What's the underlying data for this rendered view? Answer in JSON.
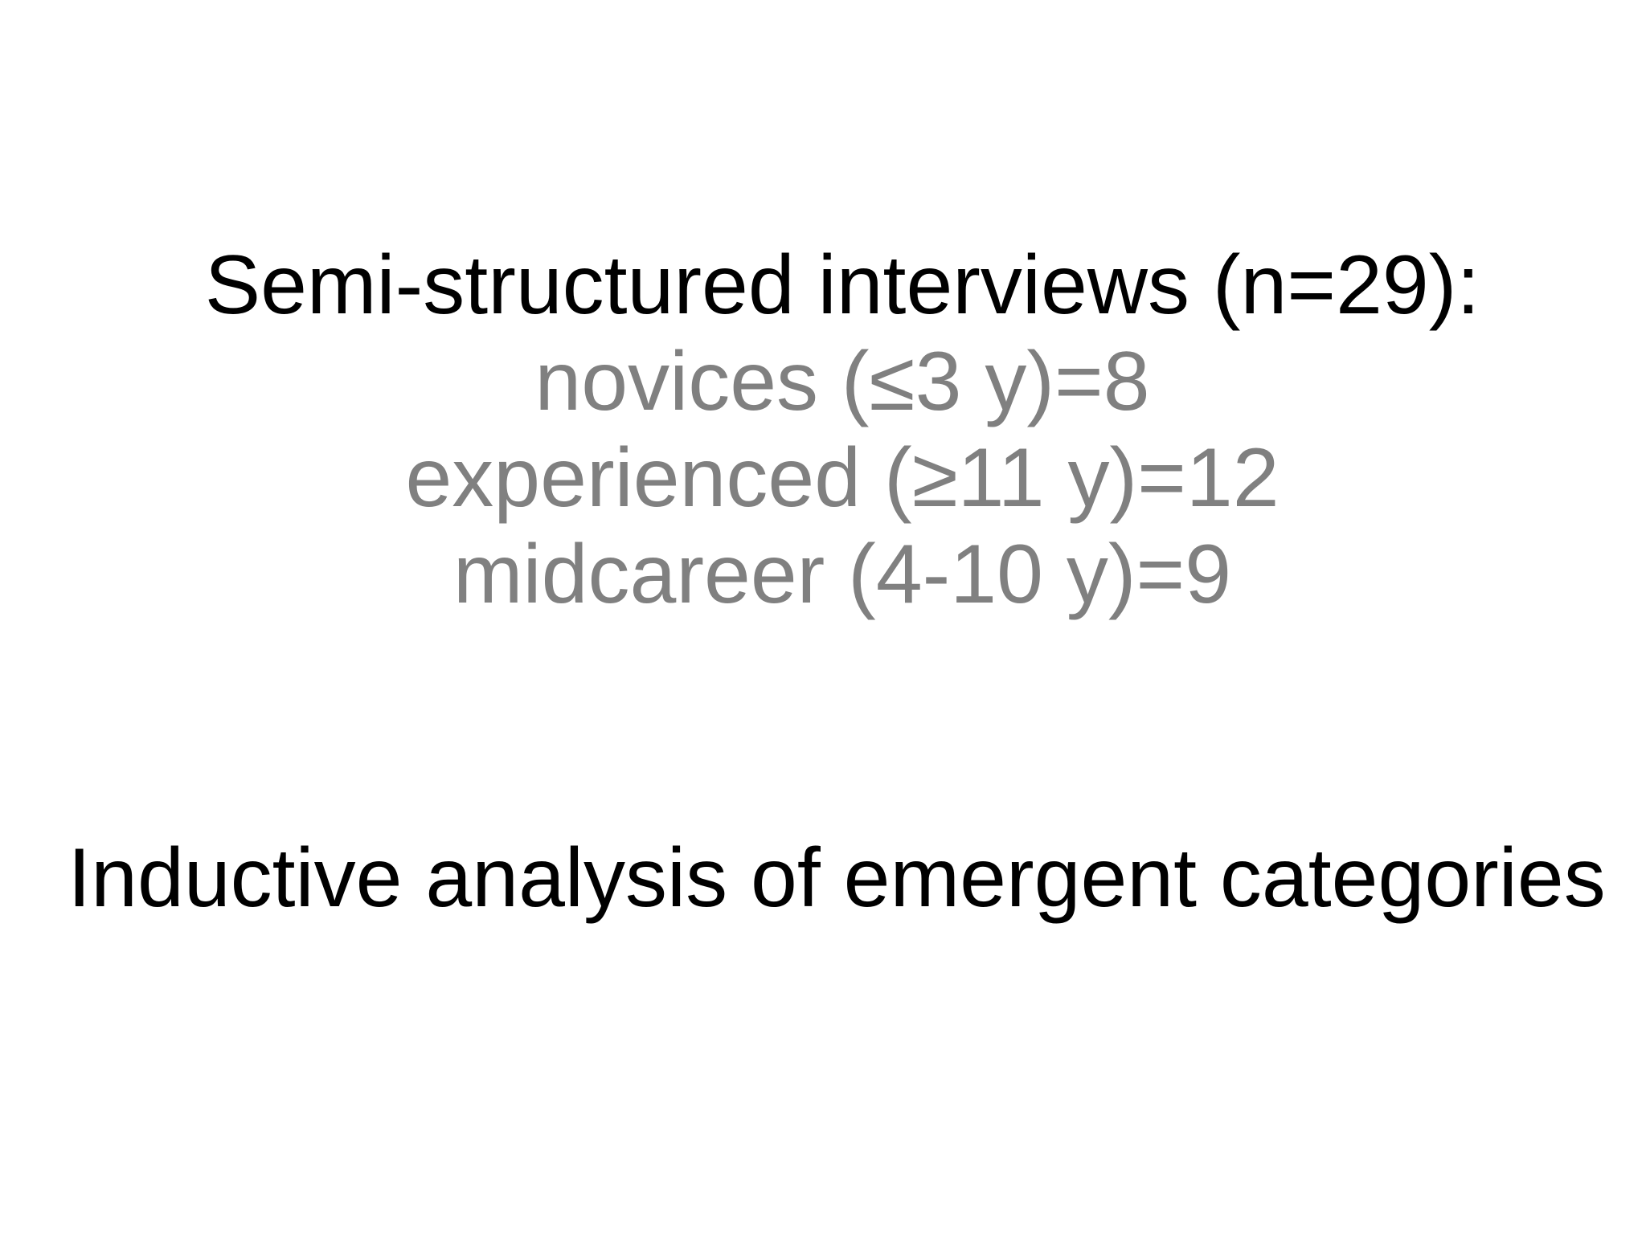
{
  "colors": {
    "background": "#ffffff",
    "text_black": "#000000",
    "text_gray": "#808080"
  },
  "slide": {
    "title_block": {
      "title": "Semi-structured interviews (n=29):",
      "items": [
        {
          "label": "novices (≤3 y)=8"
        },
        {
          "label": "experienced (≥11 y)=12"
        },
        {
          "label": "midcareer (4-10 y)=9"
        }
      ]
    },
    "body_block": {
      "text": "Inductive analysis of emergent categories"
    }
  }
}
